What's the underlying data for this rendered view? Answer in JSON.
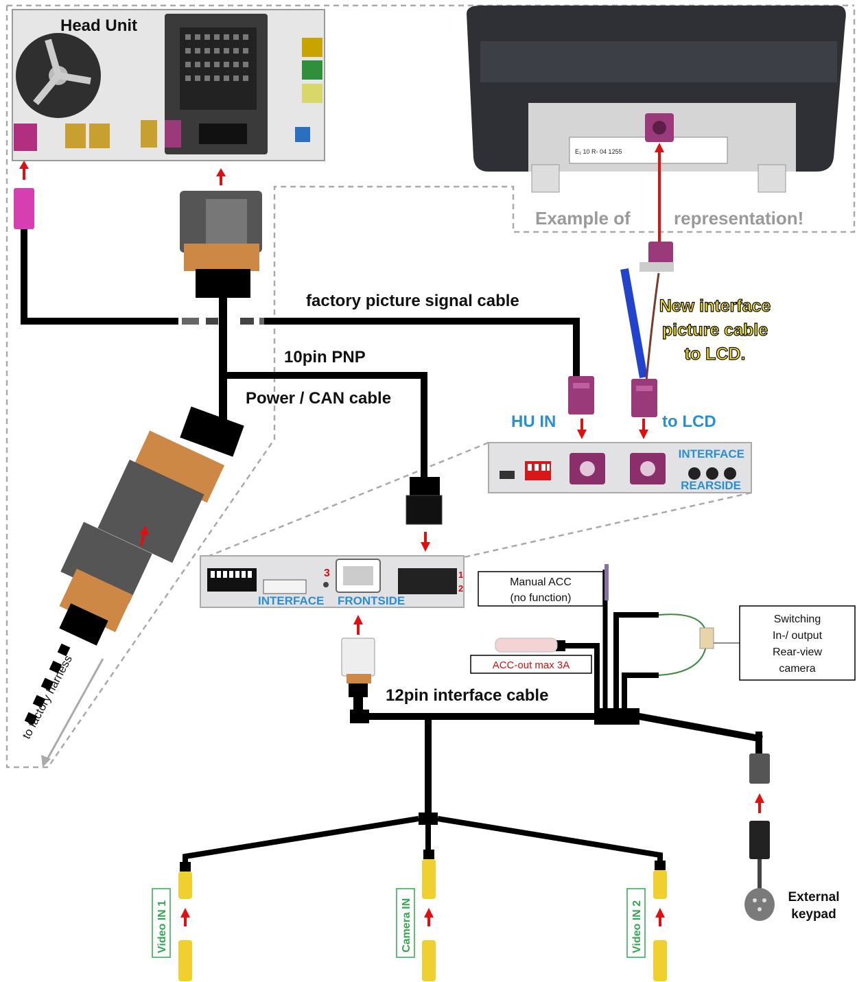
{
  "labels": {
    "head_unit": "Head Unit",
    "example": "Example   of",
    "representation": "representation!",
    "new_interface_1": "New interface",
    "new_interface_2": "picture cable",
    "new_interface_3": "to LCD.",
    "factory_cable": "factory picture signal cable",
    "pnp": "10pin PNP",
    "power_can": "Power / CAN cable",
    "hu_in": "HU IN",
    "to_lcd": "to LCD",
    "interface_rear_1": "INTERFACE",
    "interface_rear_2": "REARSIDE",
    "interface_front_1": "INTERFACE",
    "interface_front_2": "FRONTSIDE",
    "pin_3": "3",
    "pin_1": "1",
    "pin_2": "2",
    "manual_acc_1": "Manual ACC",
    "manual_acc_2": "(no function)",
    "acc_out": "ACC-out max 3A",
    "switching_1": "Switching",
    "switching_2": "In-/ output",
    "switching_3": "Rear-view",
    "switching_4": "camera",
    "cable_12pin": "12pin interface cable",
    "to_factory": "to factory harness",
    "video_in_1": "Video IN 1",
    "camera_in": "Camera IN",
    "video_in_2": "Video IN 2",
    "keypad_1": "External",
    "keypad_2": "keypad",
    "lcd_serial": "E₁ 10 R- 04 1255"
  },
  "colors": {
    "cable": "#000000",
    "arrow": "#e01010",
    "label_blue": "#2a8fd0",
    "label_green": "#2fa84f",
    "label_yellow": "#ffe600",
    "fakra_violet": "#9b3a7a",
    "fakra_pink": "#d63fb0",
    "blue_cable": "#2244cc"
  }
}
